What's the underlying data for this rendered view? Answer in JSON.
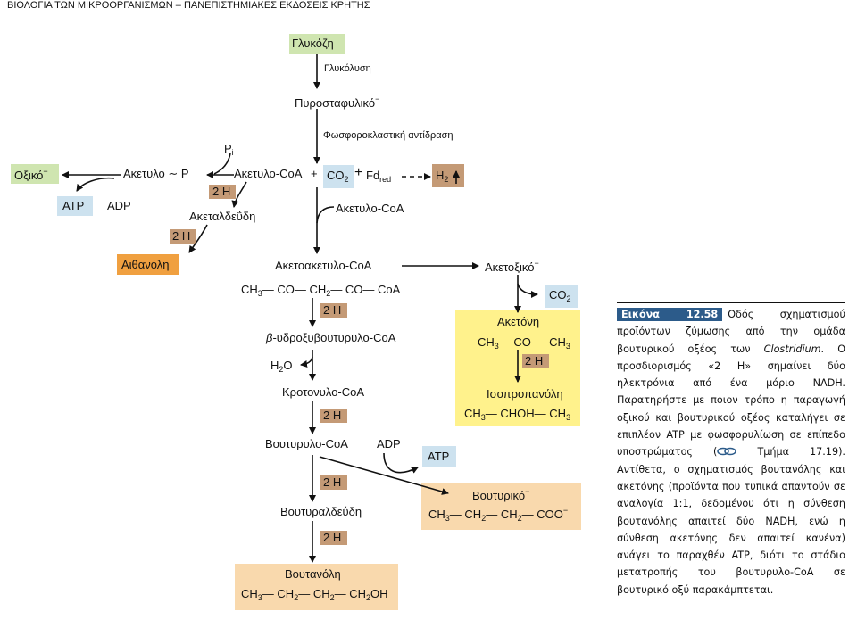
{
  "header": "ΒΙΟΛΟΓΙΑ ΤΩΝ ΜΙΚΡΟΟΡΓΑΝΙΣΜΩΝ – ΠΑΝΕΠΙΣΤΗΜΙΑΚΕΣ ΕΚΔΟΣΕΙΣ ΚΡΗΤΗΣ",
  "colors": {
    "green": "#cfe5b0",
    "blue": "#cde2ef",
    "brown": "#c49a76",
    "orange": "#f0a040",
    "yellow": "#fff28c",
    "peach": "#f9d9ad"
  },
  "nodes": {
    "glucose": "Γλυκόζη",
    "glycolysis": "Γλυκόλυση",
    "pyruvate": "Πυροσταφυλικό",
    "phosphoroclastic": "Φωσφοροκλαστική αντίδραση",
    "pi": "P",
    "pi_sub": "i",
    "acetate": "Οξικό",
    "acetylp": "Ακετυλο ∼ P",
    "acetylcoa": "Ακετυλο-CoA",
    "plus1": "+",
    "co2": "CO",
    "co2_sub": "2",
    "plus2": "+",
    "fd": "Fd",
    "fd_sub": "red",
    "h2": "H",
    "h2_sub": "2",
    "atp1": "ATP",
    "adp1": "ADP",
    "acetaldehyde": "Ακεταλδεΰδη",
    "acetylcoa2": "Ακετυλο-CoA",
    "ethanol": "Αιθανόλη",
    "acetoacetylcoa": "Ακετοακετυλο-CoA",
    "acetoacetate": "Ακετοξικό",
    "acetoacetylcoa_formula": "CH3— CO— CH2— CO— CoA",
    "co2b": "CO",
    "co2b_sub": "2",
    "acetone": "Ακετόνη",
    "acetone_formula": "CH3— CO — CH3",
    "isopropanol": "Ισοπροπανόλη",
    "isopropanol_formula": "CH3— CHOH— CH3",
    "hydroxybutyryl_prefix": "β",
    "hydroxybutyryl": "-υδροξυβουτυρυλο-CoA",
    "h2o": "H",
    "h2o_sub": "2",
    "h2o_o": "O",
    "crotonyl": "Κροτονυλο-CoA",
    "butyryl": "Βουτυρυλο-CoA",
    "adp2": "ADP",
    "atp2": "ATP",
    "butyrate": "Βουτυρικό",
    "butyrate_formula": "CH3— CH2— CH2— COO",
    "butyraldehyde": "Βουτυραλδεΰδη",
    "butanol": "Βουτανόλη",
    "butanol_formula": "CH3— CH2— CH2— CH2OH",
    "two_h": "2 H",
    "minus": "−"
  },
  "caption": {
    "figure": "Εικόνα 12.58",
    "text1": "Οδός σχηματισμού προϊόντων ζύμωσης από την ομάδα βουτυρικού οξέος των ",
    "genus": "Clostridium",
    "text2": ". Ο προσδιορισμός «2 H» σημαίνει δύο ηλεκτρόνια από ένα μόριο NADH. Παρατηρήστε με ποιον τρόπο η παραγωγή οξικού και βουτυρικού οξέος καταλήγει σε επιπλέον ATP με φωσφορυλίωση σε επίπεδο υποστρώματος (",
    "link_text": " Τμήμα 17.19",
    "text3": "). Αντίθετα, ο σχηματισμός βουτανόλης και ακετόνης (προϊόντα που τυπικά απαντούν σε αναλογία 1:1, δεδομένου ότι η σύνθεση βουτανόλης απαιτεί δύο NADH, ενώ η σύνθεση ακετόνης δεν απαιτεί κανένα) ανάγει το παραχθέν ATP, διότι το στάδιο μετατροπής του βουτυρυλο-CoA σε βουτυρικό οξύ παρακάμπτεται."
  }
}
